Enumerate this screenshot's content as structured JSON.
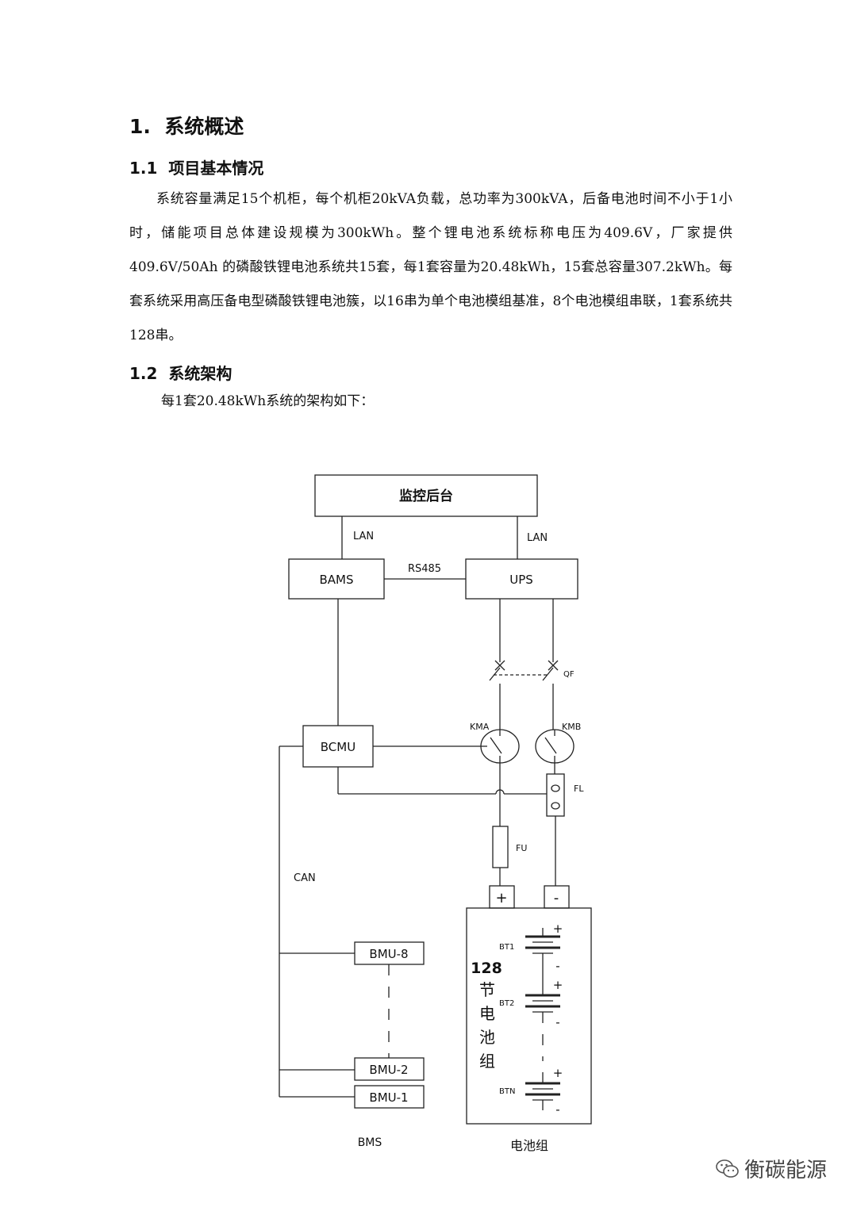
{
  "section": {
    "number": "1.",
    "title": "系统概述"
  },
  "sub1": {
    "number": "1.1",
    "title": "项目基本情况"
  },
  "paragraph": "系统容量满足15个机柜，每个机柜20kVA负载，总功率为300kVA，后备电池时间不小于1小时，储能项目总体建设规模为300kWh。整个锂电池系统标称电压为409.6V，厂家提供409.6V/50Ah 的磷酸铁锂电池系统共15套，每1套容量为20.48kWh，15套总容量307.2kWh。每套系统采用高压备电型磷酸铁锂电池簇，以16串为单个电池模组基准，8个电池模组串联，1套系统共128串。",
  "sub2": {
    "number": "1.2",
    "title": "系统架构"
  },
  "intro": "每1套20.48kWh系统的架构如下：",
  "diagram": {
    "monitor": "监控后台",
    "lan_left": "LAN",
    "lan_right": "LAN",
    "bams": "BAMS",
    "rs485": "RS485",
    "ups": "UPS",
    "qf": "QF",
    "kma": "KMA",
    "kmb": "KMB",
    "bcmu": "BCMU",
    "fl": "FL",
    "fu": "FU",
    "can": "CAN",
    "plus_terminal": "+",
    "minus_terminal": "-",
    "bmu8": "BMU-8",
    "bmu2": "BMU-2",
    "bmu1": "BMU-1",
    "bms": "BMS",
    "battery_group": "电池组",
    "cells_count": "128",
    "cells_c1": "节",
    "cells_c2": "电",
    "cells_c3": "池",
    "cells_c4": "组",
    "bt1": "BT1",
    "bt2": "BT2",
    "btn": "BTN",
    "bat_plus": "+",
    "bat_minus": "-"
  },
  "watermark": "衡碳能源"
}
